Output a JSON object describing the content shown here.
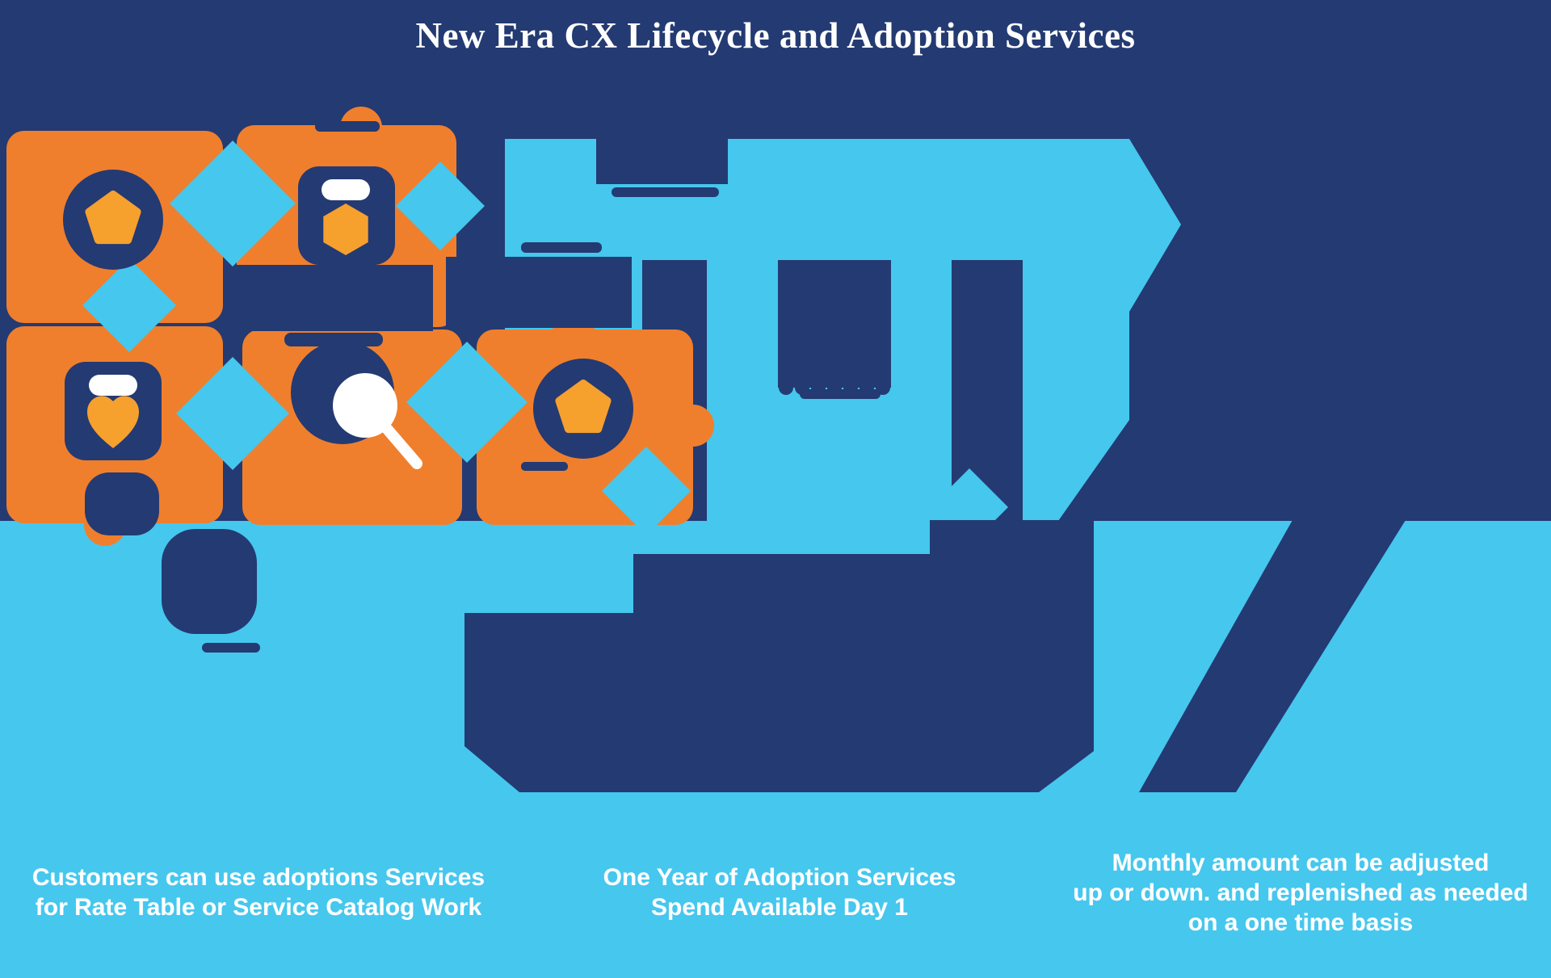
{
  "title": "New Era CX Lifecycle and Adoption Services",
  "colors": {
    "navy": "#243a72",
    "light_blue": "#45c7ee",
    "orange": "#ef7f2d",
    "badge_orange": "#f6a02e",
    "white": "#ffffff"
  },
  "puzzle_pieces": [
    {
      "id": "piece-1",
      "icon": "badge-icon"
    },
    {
      "id": "piece-2",
      "icon": "lock-icon"
    },
    {
      "id": "piece-3",
      "icon": "heart-lock-icon"
    },
    {
      "id": "piece-4",
      "icon": "magnifier-icon"
    },
    {
      "id": "piece-5",
      "icon": "badge-icon"
    }
  ],
  "footer": {
    "captions": [
      {
        "lines": [
          "Customers can use adoptions Services",
          "for Rate Table or Service Catalog Work"
        ]
      },
      {
        "lines": [
          "One Year of Adoption Services",
          "Spend Available Day 1"
        ]
      },
      {
        "lines": [
          "Monthly amount can be adjusted",
          "up or down. and replenished as needed",
          "on a one time basis"
        ]
      }
    ]
  }
}
